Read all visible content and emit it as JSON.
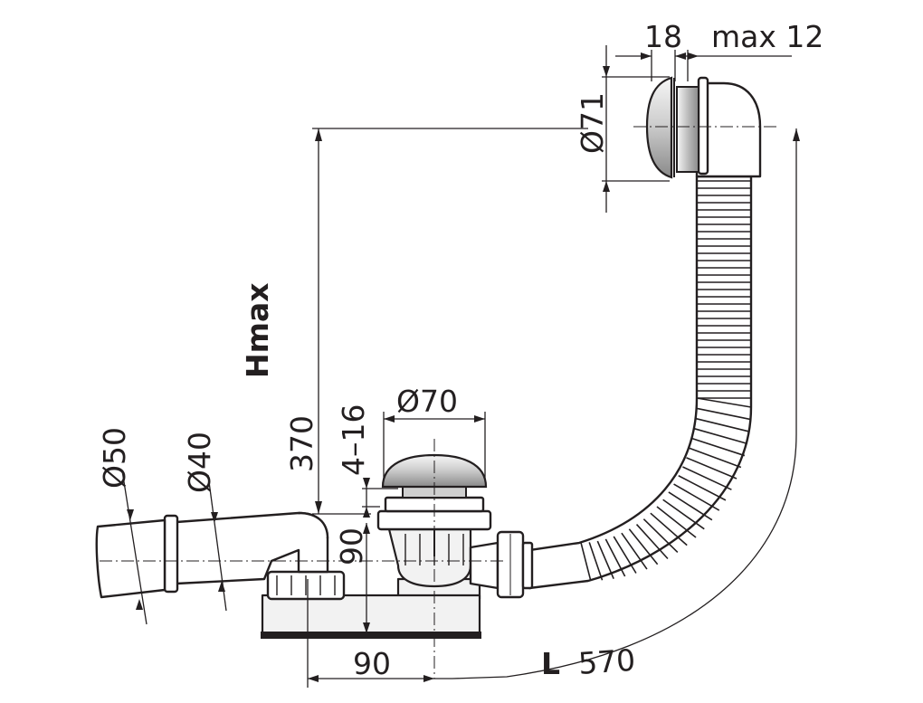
{
  "dimensions": {
    "top_width": "18",
    "top_max": "max 12",
    "overflow_diameter": "Ø71",
    "height_label": "Hmax",
    "height_value": "370",
    "waste_diameter": "Ø70",
    "plug_travel": "4–16",
    "outlet_50": "Ø50",
    "outlet_40": "Ø40",
    "trap_height": "90",
    "trap_offset": "90",
    "length_label": "L",
    "length_value": "570"
  },
  "colors": {
    "line": "#231f20",
    "chrome_light": "#f4f4f4",
    "chrome_dark": "#8a8a8a"
  }
}
